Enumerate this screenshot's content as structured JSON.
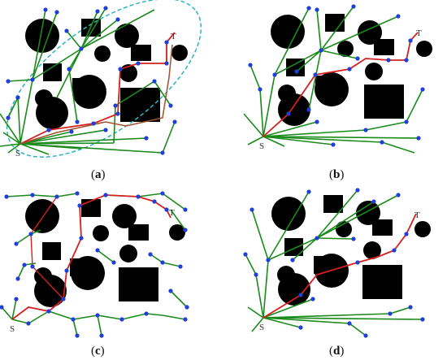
{
  "panels": [
    {
      "id": "a",
      "caption_open": "(",
      "caption_letter": "a",
      "caption_close": ")",
      "start_label": "S",
      "target_label": "T",
      "ellipse": true
    },
    {
      "id": "b",
      "caption_open": "(",
      "caption_letter": "b",
      "caption_close": ")",
      "start_label": "S",
      "target_label": "T",
      "ellipse": false
    },
    {
      "id": "c",
      "caption_open": "(",
      "caption_letter": "c",
      "caption_close": ")",
      "start_label": "S",
      "target_label": "T",
      "ellipse": false
    },
    {
      "id": "d",
      "caption_open": "(",
      "caption_letter": "d",
      "caption_close": ")",
      "start_label": "S",
      "target_label": "T",
      "ellipse": false
    }
  ],
  "colors": {
    "obstacle": "#000000",
    "tree_edge": "#1a8a1a",
    "tree_node": "#1f3fd6",
    "path": "#d42020",
    "path_alt": "#a0522d",
    "ellipse": "#2bb5c8"
  }
}
